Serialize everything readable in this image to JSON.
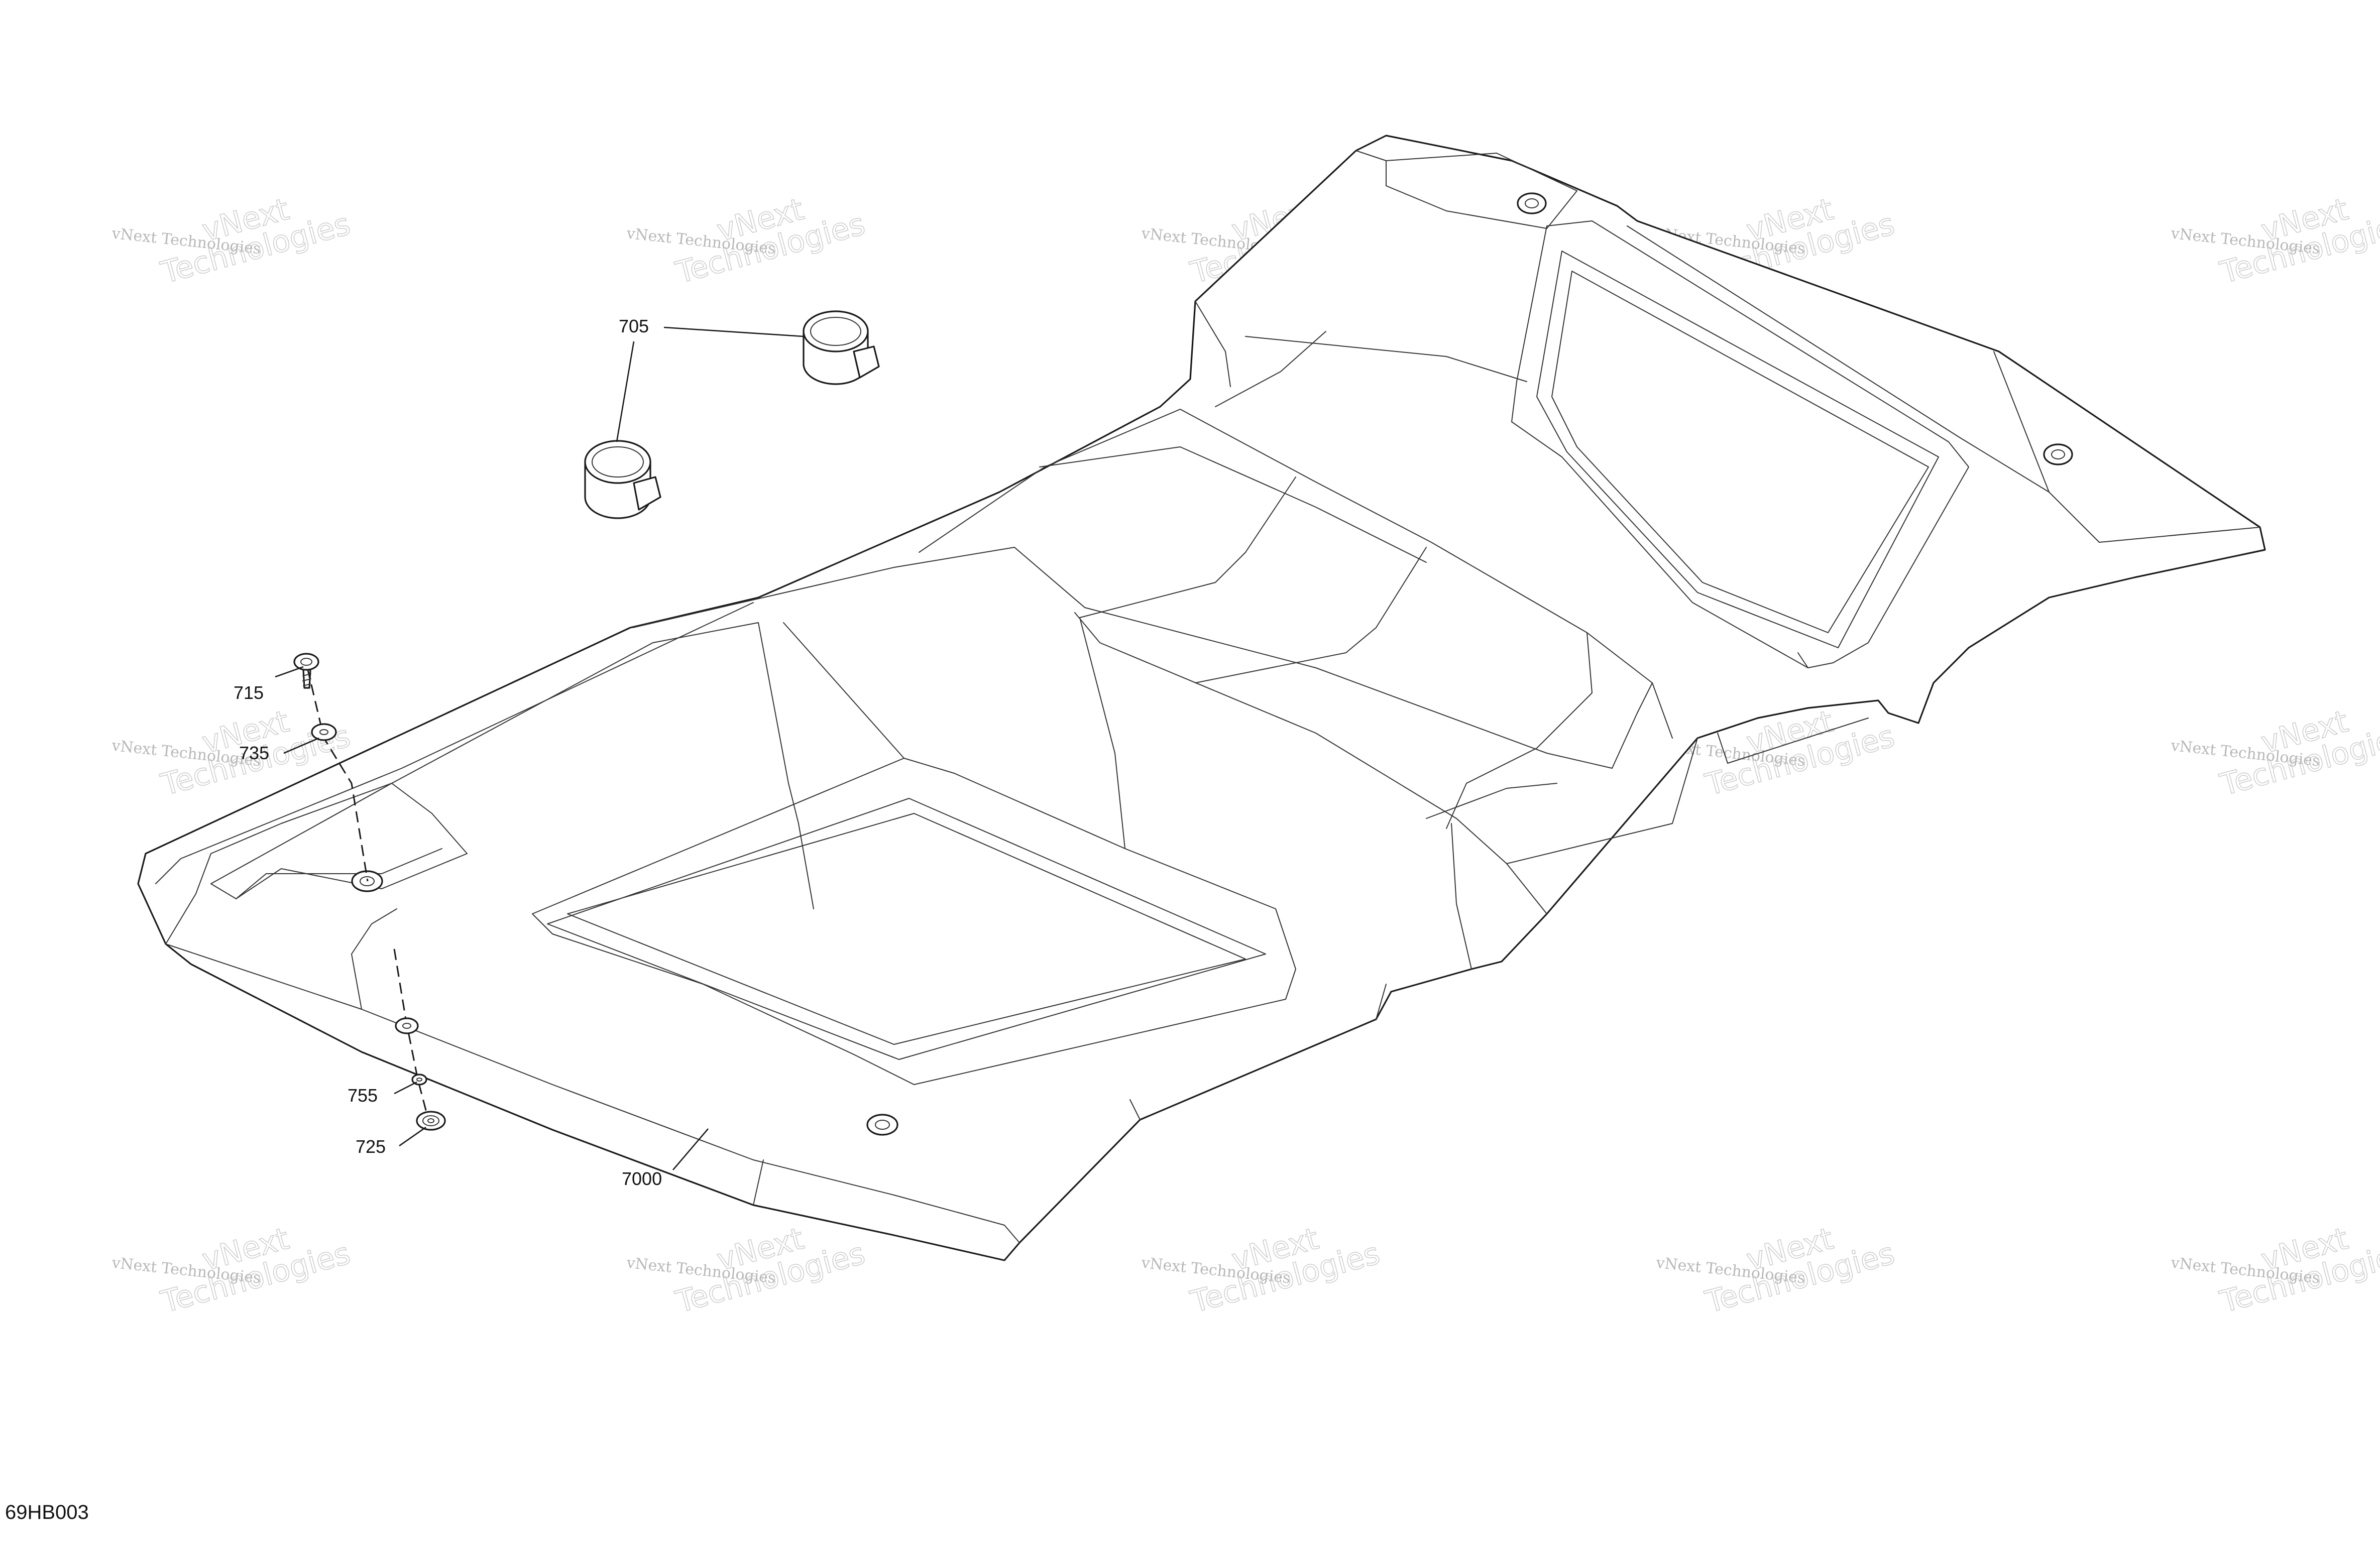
{
  "diagram": {
    "drawing_id": "69HB003",
    "callouts": [
      {
        "id": "c705",
        "label": "705"
      },
      {
        "id": "c715",
        "label": "715"
      },
      {
        "id": "c735",
        "label": "735"
      },
      {
        "id": "c755",
        "label": "755"
      },
      {
        "id": "c725",
        "label": "725"
      },
      {
        "id": "c7000",
        "label": "7000"
      }
    ],
    "watermark": {
      "small_text": "vNext Technologies",
      "big_line1": "vNext",
      "big_line2": "Technologies"
    },
    "colors": {
      "line": "#1a1a1a",
      "watermark": "#b8b8b8",
      "background": "#ffffff"
    }
  }
}
